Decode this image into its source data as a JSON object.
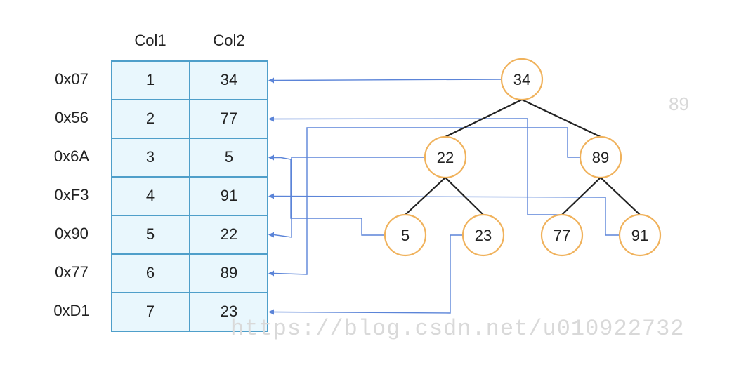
{
  "table": {
    "headers": [
      "Col1",
      "Col2"
    ],
    "rows": [
      {
        "address": "0x07",
        "col1": "1",
        "col2": "34"
      },
      {
        "address": "0x56",
        "col1": "2",
        "col2": "77"
      },
      {
        "address": "0x6A",
        "col1": "3",
        "col2": "5"
      },
      {
        "address": "0xF3",
        "col1": "4",
        "col2": "91"
      },
      {
        "address": "0x90",
        "col1": "5",
        "col2": "22"
      },
      {
        "address": "0x77",
        "col1": "6",
        "col2": "89"
      },
      {
        "address": "0xD1",
        "col1": "7",
        "col2": "23"
      }
    ]
  },
  "tree": {
    "nodes": [
      "34",
      "22",
      "89",
      "5",
      "23",
      "77",
      "91"
    ],
    "edges": [
      [
        "34",
        "22"
      ],
      [
        "34",
        "89"
      ],
      [
        "22",
        "5"
      ],
      [
        "22",
        "23"
      ],
      [
        "89",
        "77"
      ],
      [
        "89",
        "91"
      ]
    ]
  },
  "side_label": "89",
  "watermark": "https://blog.csdn.net/u010922732",
  "colors": {
    "cell_fill": "#e9f7fd",
    "cell_border": "#4f9fca",
    "node_border": "#f0b25c",
    "pointer_line": "#5b84d8",
    "edge_line": "#222222"
  }
}
